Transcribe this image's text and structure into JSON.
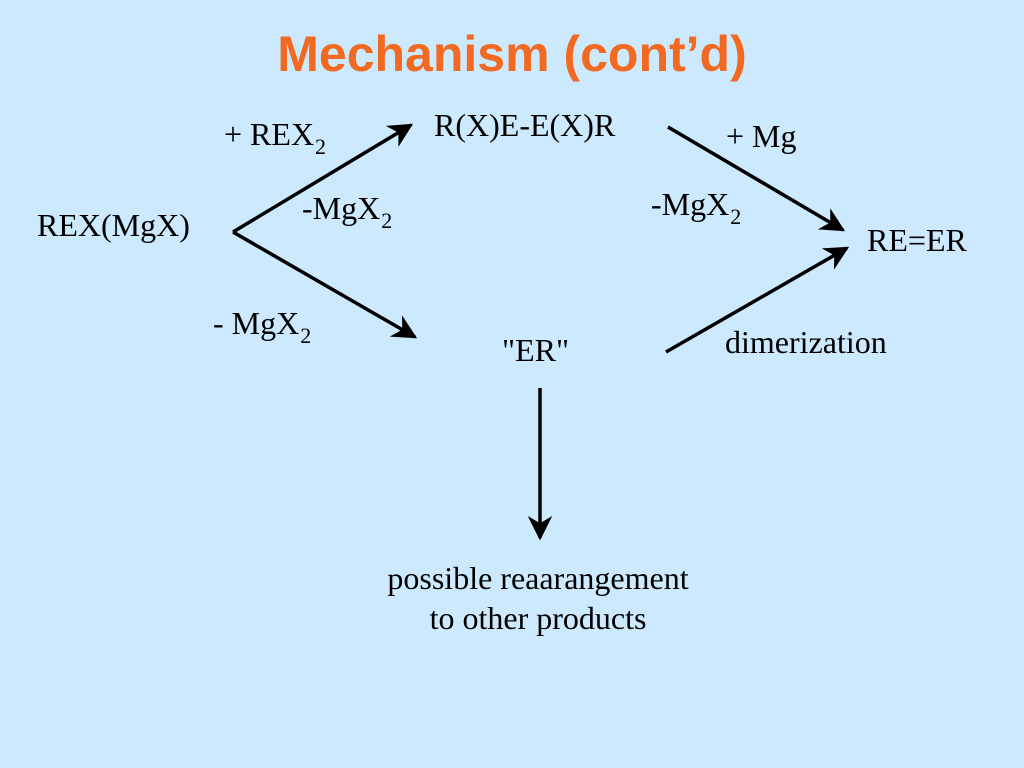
{
  "title": "Mechanism (cont’d)",
  "diagram": {
    "species": {
      "start": "REX(MgX)",
      "dimer_intermediate": "R(X)E-E(X)R",
      "radical": "\"ER\"",
      "product": "RE=ER"
    },
    "conditions": {
      "upper_left_reagent": "+ REX",
      "upper_left_reagent_sub": "2",
      "upper_left_loss": "-MgX",
      "upper_left_loss_sub": "2",
      "upper_right_reagent": "+ Mg",
      "upper_right_loss": "-MgX",
      "upper_right_loss_sub": "2",
      "lower_left_loss": "- MgX",
      "lower_left_loss_sub": "2",
      "lower_right": "dimerization"
    },
    "side_path": {
      "line1": "possible reaarangement",
      "line2": "to other products"
    }
  }
}
